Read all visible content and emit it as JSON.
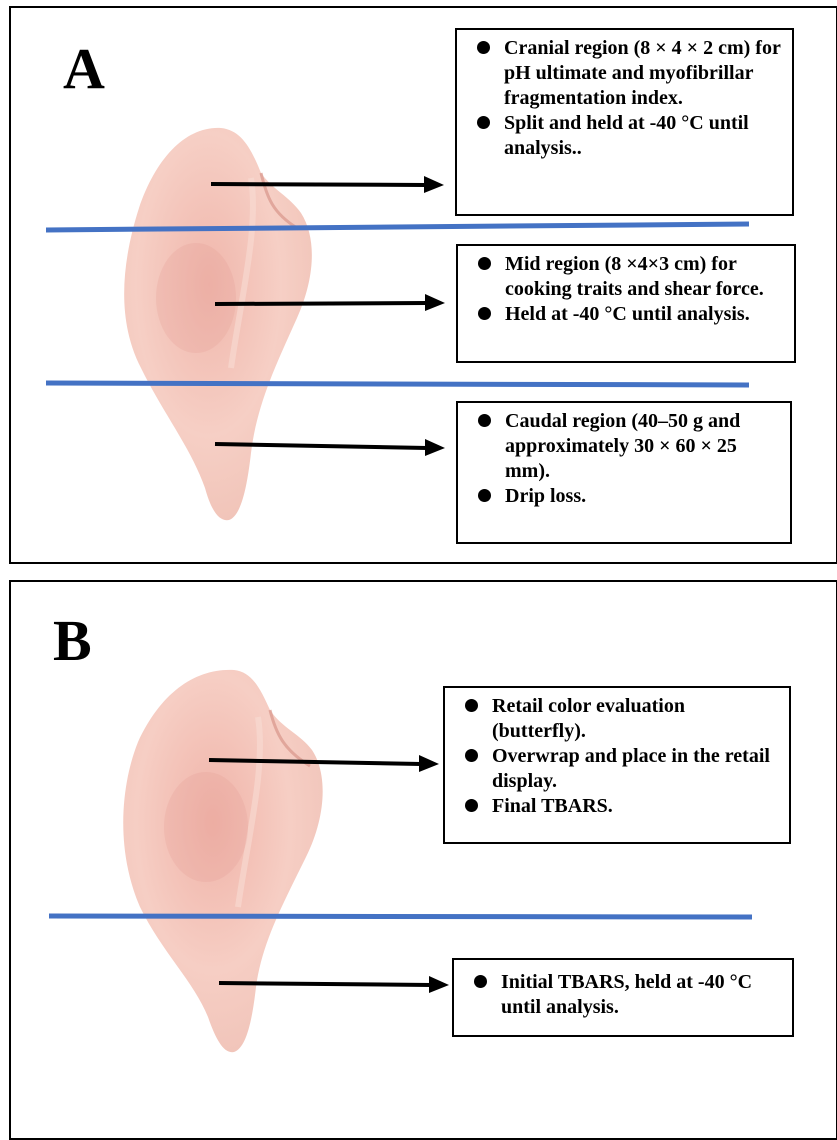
{
  "panels": [
    {
      "label": "A",
      "notes": [
        [
          "Cranial region (8 × 4 × 2 cm) for pH ultimate and myofibrillar fragmentation index.",
          "Split and held at -40 °C until analysis.."
        ],
        [
          "Mid region (8 ×4×3 cm) for cooking traits and shear force.",
          "Held at -40 °C until analysis."
        ],
        [
          "Caudal region (40–50 g and approximately 30 × 60 × 25 mm).",
          "Drip loss."
        ]
      ]
    },
    {
      "label": "B",
      "notes": [
        [
          "Retail color evaluation (butterfly).",
          "Overwrap and place in the retail display.",
          "Final TBARS."
        ],
        [
          "Initial TBARS, held at -40 °C until analysis."
        ]
      ]
    }
  ],
  "colors": {
    "divider_line": "#4472c4",
    "border": "#000000",
    "meat_base": "#f4c6bc",
    "meat_shade": "#e8a59a"
  },
  "icons": [
    "bullet-dot",
    "right-arrow"
  ]
}
